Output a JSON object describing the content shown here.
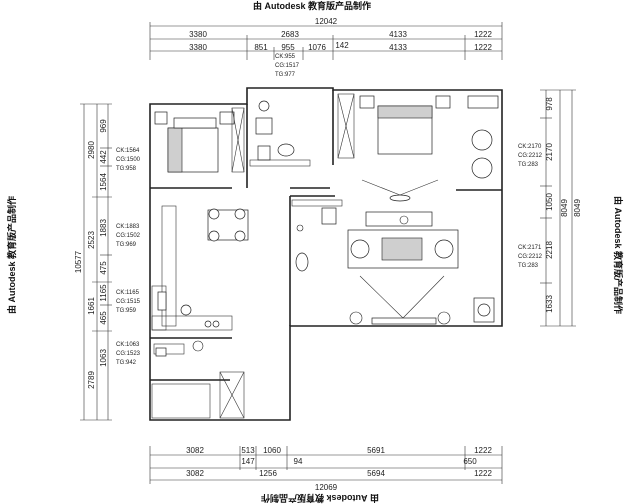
{
  "watermark": "由 Autodesk 教育版产品制作",
  "top_dims": {
    "total": "12042",
    "row1": [
      "3380",
      "2683",
      "4133",
      "1222"
    ],
    "row2": [
      "3380",
      "851",
      "955",
      "1076",
      "142",
      "4133",
      "1222"
    ]
  },
  "bottom_dims": {
    "total": "12069",
    "row1": [
      "3082",
      "513",
      "1060",
      "5691",
      "1222"
    ],
    "row1b": [
      "147",
      "94",
      "650"
    ],
    "row2": [
      "3082",
      "1256",
      "5694",
      "1222"
    ]
  },
  "left_dims": {
    "total": "10577",
    "outer": [
      "2980",
      "2523",
      "1661",
      "2789"
    ],
    "inner": [
      "969",
      "442",
      "1564",
      "1883",
      "475",
      "1165",
      "465",
      "1063"
    ]
  },
  "right_dims": {
    "outer": [
      "978",
      "2170",
      "1050",
      "2218",
      "1633"
    ],
    "inner": [
      "8049",
      "8049"
    ]
  },
  "rooms": [
    {
      "ck": "CK:1564",
      "cg": "CG:1500",
      "tg": "TG:958"
    },
    {
      "ck": "CK:955",
      "cg": "CG:1517",
      "tg": "TG:977"
    },
    {
      "ck": "CK:1883",
      "cg": "CG:1502",
      "tg": "TG:969"
    },
    {
      "ck": "CK:1165",
      "cg": "CG:1515",
      "tg": "TG:959"
    },
    {
      "ck": "CK:1063",
      "cg": "CG:1523",
      "tg": "TG:942"
    },
    {
      "ck": "CK:2170",
      "cg": "CG:2212",
      "tg": "TG:283"
    },
    {
      "ck": "CK:2171",
      "cg": "CG:2212",
      "tg": "TG:283"
    }
  ]
}
